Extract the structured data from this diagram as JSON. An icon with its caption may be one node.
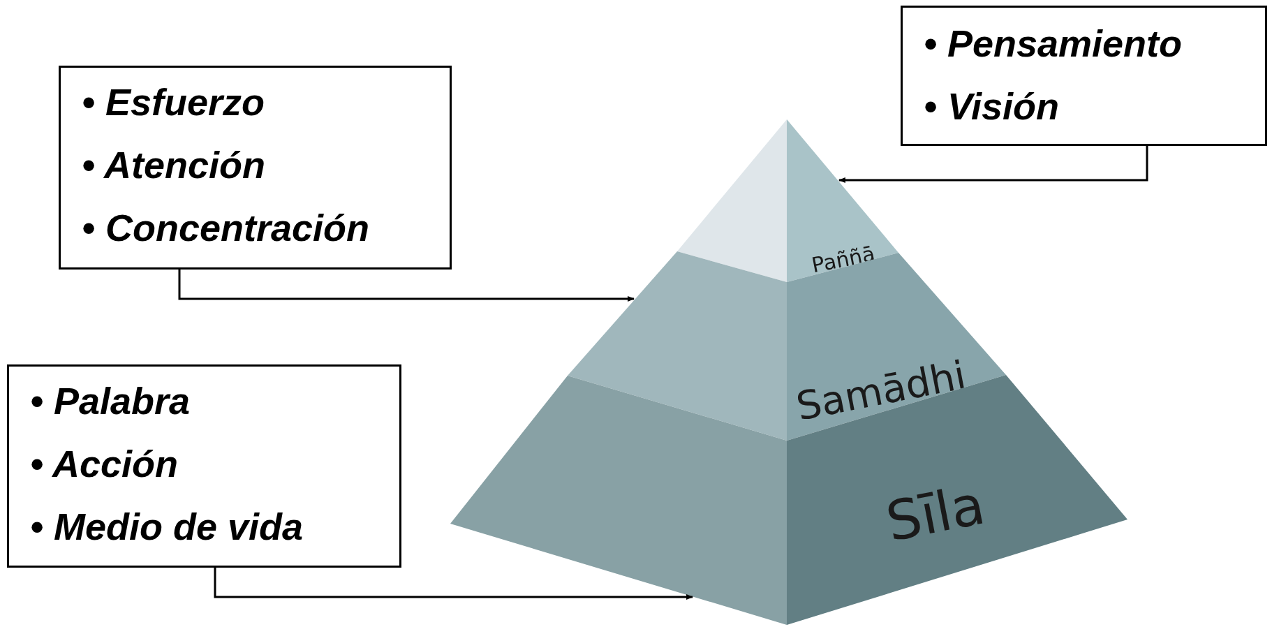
{
  "diagram": {
    "nodes": [
      {
        "text": [
          "• Esfuerzo",
          "• Atención",
          "• Concentración"
        ]
      },
      {
        "text": [
          "• Pensamiento",
          "• Visión"
        ]
      },
      {
        "text": [
          "• Palabra",
          "• Acción",
          "• Medio de vida"
        ]
      },
      {
        "text": [
          "Paññā"
        ]
      },
      {
        "text": [
          "Samādhi"
        ]
      },
      {
        "text": [
          "Sīla"
        ]
      }
    ],
    "edges": [
      {
        "from": 1,
        "to": 3,
        "arrow": "to"
      },
      {
        "from": 0,
        "to": 4,
        "arrow": "to"
      },
      {
        "from": 2,
        "to": 5,
        "arrow": "to"
      }
    ]
  }
}
